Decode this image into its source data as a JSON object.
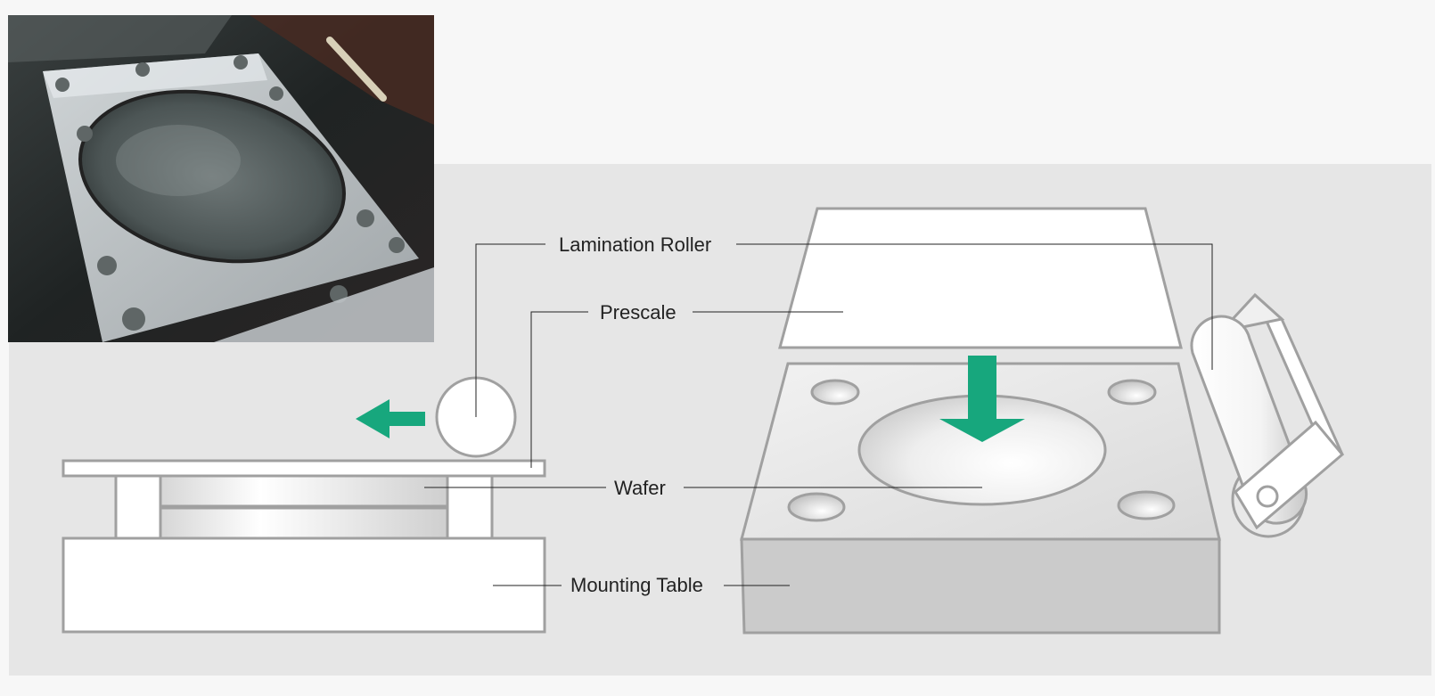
{
  "labels": {
    "lamination_roller": "Lamination Roller",
    "prescale": "Prescale",
    "wafer": "Wafer",
    "mounting_table": "Mounting Table"
  },
  "colors": {
    "page_background": "#f7f7f7",
    "panel_background": "#e6e6e6",
    "outline": "#a0a0a0",
    "accent_arrow": "#17a77d",
    "leader_line": "#222222",
    "label_text": "#222222"
  },
  "photo": {
    "description_icon": "wafer-photo"
  }
}
